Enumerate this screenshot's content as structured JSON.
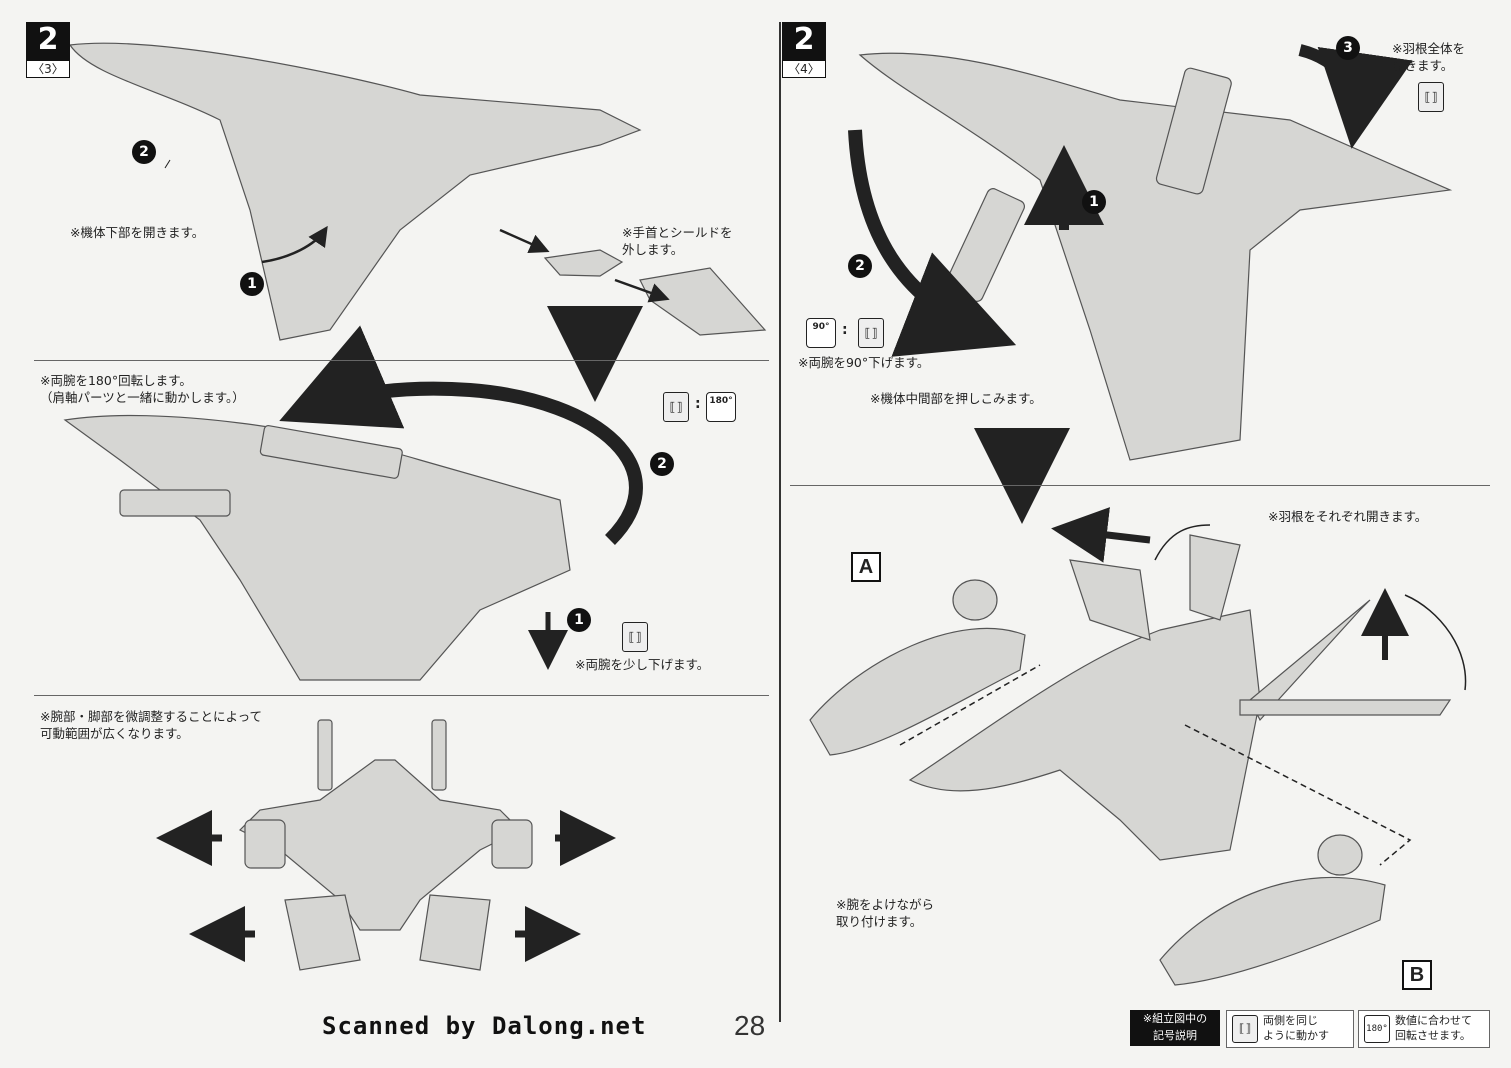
{
  "panels": {
    "left": {
      "step": {
        "number": "2",
        "sub": "〈3〉"
      },
      "sections": {
        "top": {
          "notes": {
            "lower_body": "※機体下部を開きます。",
            "hands_shield": "※手首とシールドを\n外します。"
          },
          "markers": [
            "2",
            "1"
          ]
        },
        "middle": {
          "notes": {
            "rotate_arms": "※両腕を180°回転します。\n（肩軸パーツと一緒に動かします。）",
            "lower_arms": "※両腕を少し下げます。"
          },
          "markers": [
            "2",
            "1"
          ],
          "pictograms": {
            "both_sides": "⟦⟧",
            "rotate": "180°"
          }
        },
        "bottom": {
          "notes": {
            "adjust": "※腕部・脚部を微調整することによって\n可動範囲が広くなります。"
          }
        }
      }
    },
    "right": {
      "step": {
        "number": "2",
        "sub": "〈4〉"
      },
      "sections": {
        "top": {
          "notes": {
            "open_wings": "※羽根全体を\n開きます。",
            "arms_down": "※両腕を90°下げます。",
            "push_middle": "※機体中間部を押しこみます。"
          },
          "markers": [
            "3",
            "2",
            "1"
          ],
          "pictograms": {
            "rotate": "90°"
          }
        },
        "bottom": {
          "notes": {
            "open_each": "※羽根をそれぞれ開きます。",
            "attach": "※腕をよけながら\n取り付けます。"
          },
          "part_labels": [
            "A",
            "B"
          ]
        }
      }
    }
  },
  "footer": {
    "credit": "Scanned by Dalong.net",
    "page_number": "28",
    "legend": {
      "title": "※組立図中の\n記号説明",
      "items": [
        {
          "icon": "both-sides-icon",
          "symbol": "⟦⟧",
          "text": "両側を同じ\nように動かす"
        },
        {
          "icon": "rotate-icon",
          "symbol": "180°",
          "text": "数値に合わせて\n回転させます。"
        }
      ]
    }
  }
}
